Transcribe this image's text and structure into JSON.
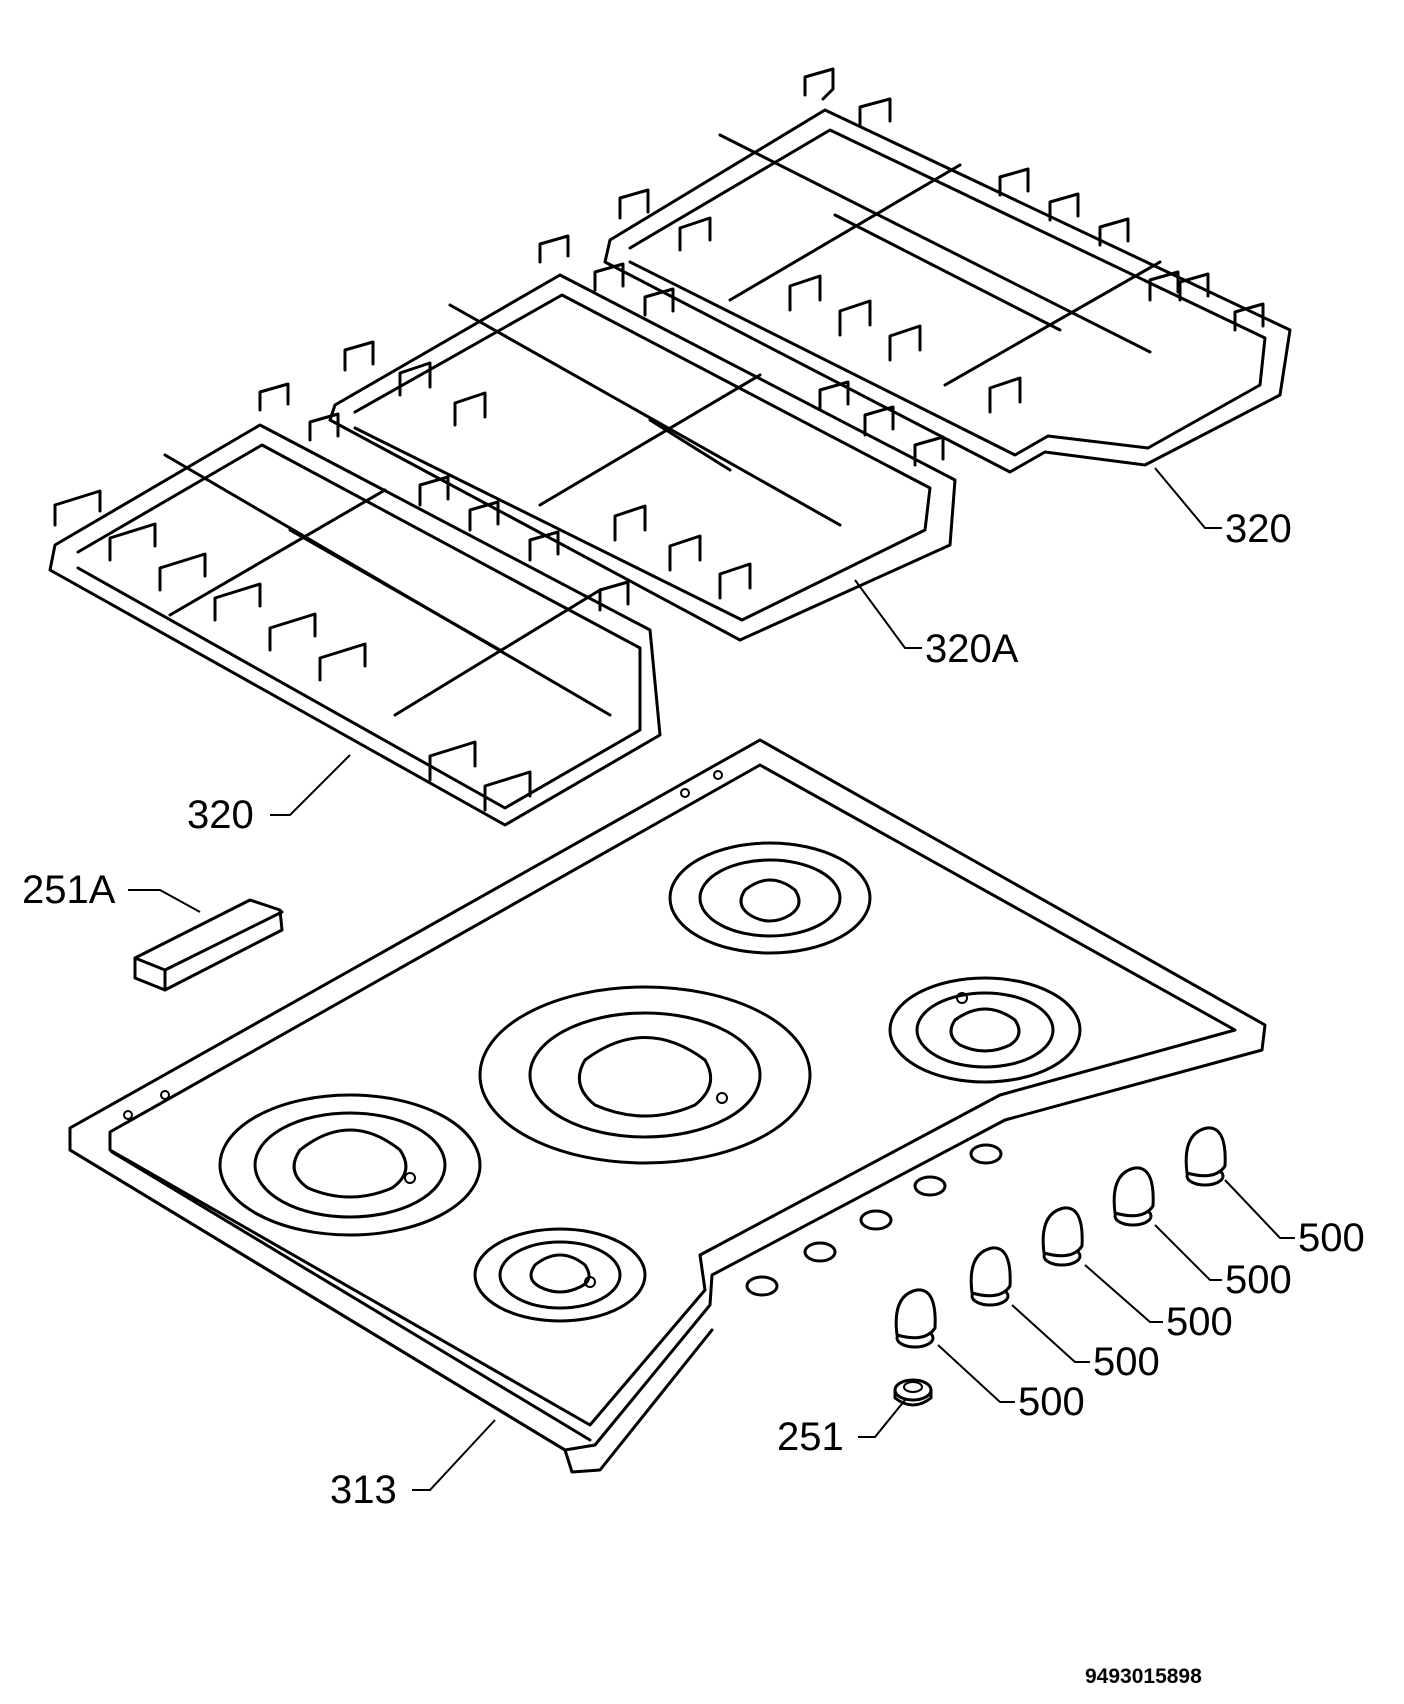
{
  "callouts": {
    "grate_right": "320",
    "grate_middle": "320A",
    "grate_left": "320",
    "clip": "251A",
    "hob_top": "313",
    "ring": "251",
    "knob_1": "500",
    "knob_2": "500",
    "knob_3": "500",
    "knob_4": "500",
    "knob_5": "500"
  },
  "document_number": "9493015898"
}
